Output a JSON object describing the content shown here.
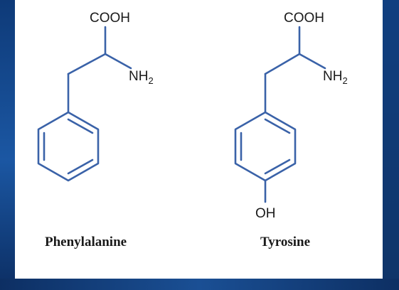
{
  "molecules": [
    {
      "name": "Phenylalanine",
      "top_group": "COOH",
      "amine": "NH",
      "amine_sub": "2"
    },
    {
      "name": "Tyrosine",
      "top_group": "COOH",
      "amine": "NH",
      "amine_sub": "2",
      "para_group": "OH"
    }
  ],
  "colors": {
    "bond": "#3a62a8",
    "background": "#ffffff",
    "frame": "#0b2a55"
  }
}
